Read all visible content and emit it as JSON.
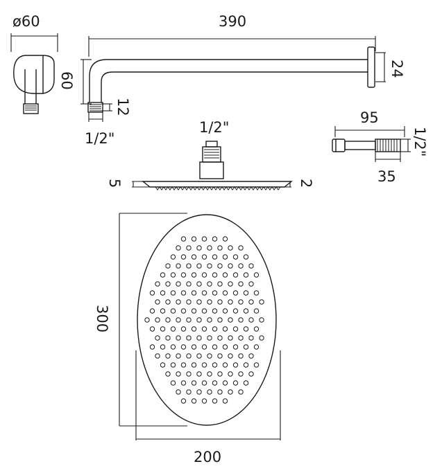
{
  "wall_outlet": {
    "diameter_label": "ø60",
    "depth_label": "60",
    "thread_label": "1/2\"",
    "thread_length_label": "12"
  },
  "shower_arm": {
    "length_label": "390",
    "flange_label": "24"
  },
  "shower_head_side": {
    "inlet_label": "1/2\"",
    "left_thickness_label": "5",
    "right_thickness_label": "2"
  },
  "adapter": {
    "length_label": "95",
    "thread_label": "1/2\"",
    "thread_length_label": "35"
  },
  "shower_head_top": {
    "height_label": "300",
    "width_label": "200"
  }
}
